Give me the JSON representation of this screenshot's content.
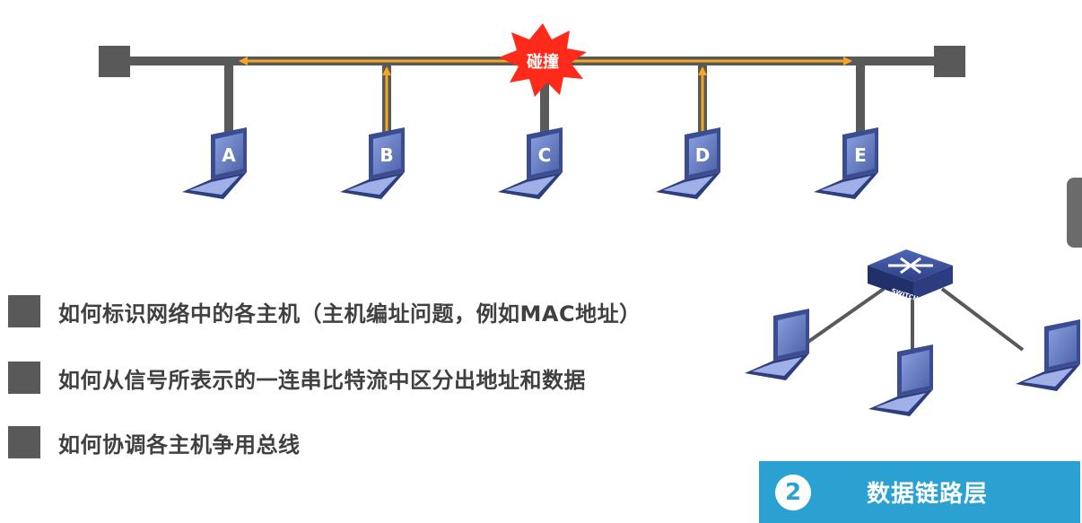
{
  "collision_label": "碰撞",
  "hosts": [
    "A",
    "B",
    "C",
    "D",
    "E"
  ],
  "switch_label": "SWITCH",
  "bullets": [
    "如何标识网络中的各主机（主机编址问题，例如MAC地址）",
    "如何从信号所表示的一连串比特流中区分出地址和数据",
    "如何协调各主机争用总线"
  ],
  "layer_number": "2",
  "layer_title": "数据链路层",
  "colors": {
    "bus": "#595959",
    "signal": "#f5a623",
    "collision": "#ff2a1a",
    "laptop": "#6f83c9",
    "accent": "#2aa1d1"
  }
}
